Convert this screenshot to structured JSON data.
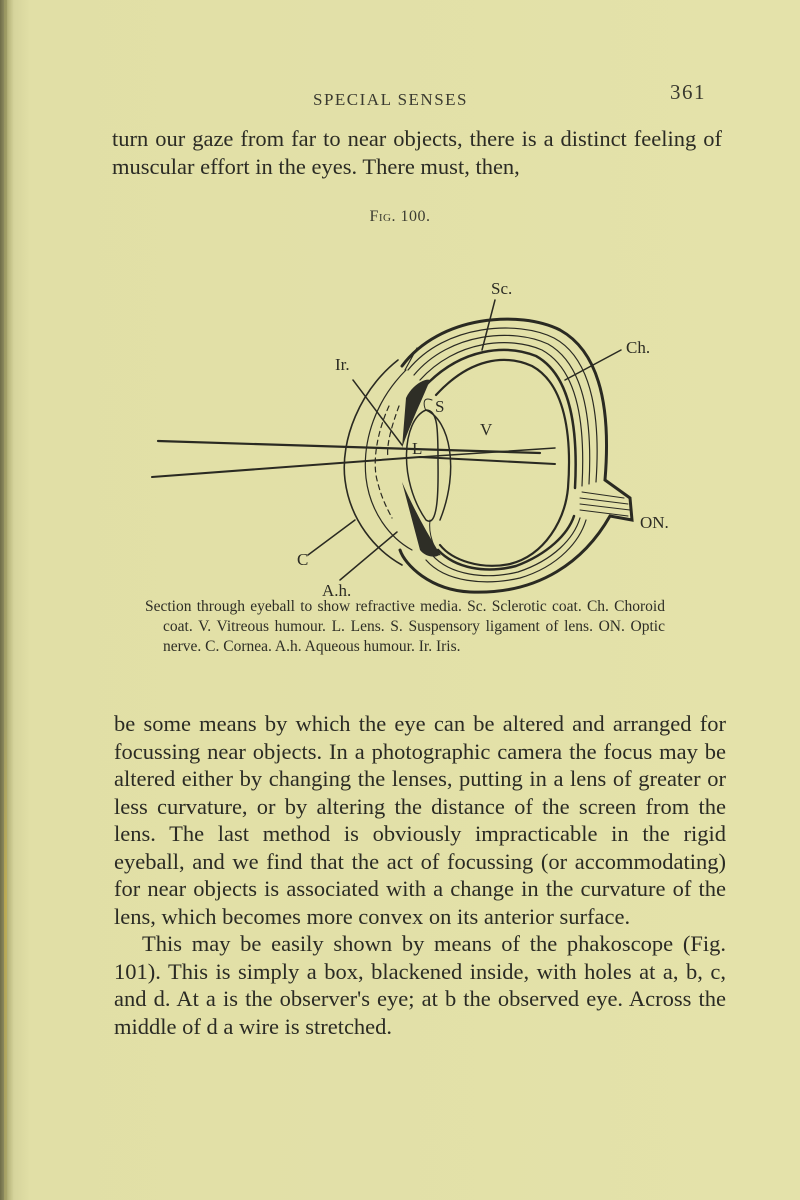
{
  "header": {
    "running_title": "SPECIAL SENSES",
    "page_number": "361"
  },
  "body": {
    "paragraph_1": "turn our gaze from far to near objects, there is a distinct feeling of muscular effort in the eyes. There must, then,",
    "paragraph_2": "be some means by which the eye can be altered and arranged for focussing near objects. In a photographic camera the focus may be altered either by changing the lenses, putting in a lens of greater or less curvature, or by altering the distance of the screen from the lens. The last method is obviously impracticable in the rigid eyeball, and we find that the act of focussing (or accommodating) for near objects is associated with a change in the curvature of the lens, which becomes more convex on its anterior surface.",
    "paragraph_3": "This may be easily shown by means of the phakoscope (Fig. 101). This is simply a box, blackened inside, with holes at a, b, c, and d. At a is the observer's eye; at b the observed eye. Across the middle of d a wire is stretched."
  },
  "figure": {
    "label": "Fig. 100.",
    "labels": {
      "sclerotic": "Sc.",
      "iris": "Ir.",
      "choroid": "Ch.",
      "suspensory": "S",
      "lens": "L",
      "vitreous": "V",
      "optic_nerve": "ON.",
      "cornea": "C",
      "aqueous": "A.h."
    },
    "caption": "Section through eyeball to show refractive media. Sc. Sclerotic coat. Ch. Choroid coat. V. Vitreous humour. L. Lens. S. Suspensory ligament of lens. ON. Optic nerve. C. Cornea. A.h. Aqueous humour. Ir. Iris."
  },
  "colors": {
    "paper": "#e3e1a8",
    "ink": "#2b2b24"
  }
}
